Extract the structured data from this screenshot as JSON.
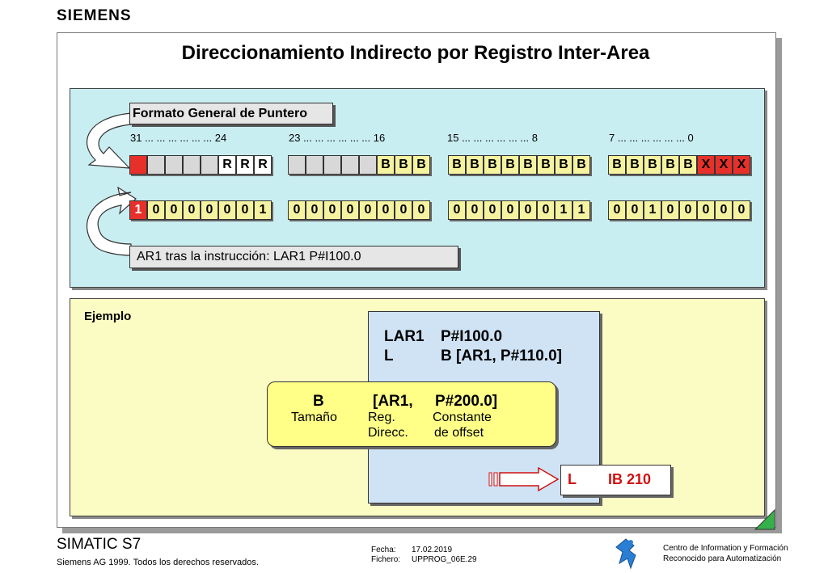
{
  "brand": "SIEMENS",
  "title": "Direccionamiento Indirecto por Registro Inter-Area",
  "format_label": "Formato General de Puntero",
  "bit_numbers": {
    "b31": "31 ... ... ... ... ... ... 24",
    "b23": "23 ... ... ... ... ... ... 16",
    "b15": "15 ... ... ... ... ... ... 8",
    "b7": "7 ... ... ... ... ... ... 0"
  },
  "pointer_format": [
    "",
    "",
    "",
    "",
    "",
    "R",
    "R",
    "R",
    "",
    "",
    "",
    "",
    "",
    "B",
    "B",
    "B",
    "B",
    "B",
    "B",
    "B",
    "B",
    "B",
    "B",
    "B",
    "B",
    "B",
    "B",
    "B",
    "B",
    "X",
    "X",
    "X"
  ],
  "ar1_bits": [
    "1",
    "0",
    "0",
    "0",
    "0",
    "0",
    "0",
    "1",
    "0",
    "0",
    "0",
    "0",
    "0",
    "0",
    "0",
    "0",
    "0",
    "0",
    "0",
    "0",
    "0",
    "0",
    "1",
    "1",
    "0",
    "0",
    "1",
    "0",
    "0",
    "0",
    "0",
    "0"
  ],
  "ar1_label": "AR1 tras la instrucción:  LAR1  P#I100.0",
  "example_label": "Ejemplo",
  "code": {
    "line1_op": "LAR1",
    "line1_arg": "P#I100.0",
    "line2_op": "L",
    "line2_arg": "B [AR1, P#110.0]"
  },
  "operand": {
    "b": "B",
    "ar1": "[AR1,",
    "p": "P#200.0]",
    "size": "Tamaño",
    "reg": "Reg.",
    "dir": "Direcc.",
    "const": "Constante",
    "offset": "de offset"
  },
  "result": {
    "op": "L",
    "arg": "IB 210"
  },
  "footer": {
    "product": "SIMATIC S7",
    "copyright": "Siemens AG 1999. Todos los derechos reservados.",
    "fecha_label": "Fecha:",
    "fecha": "17.02.2019",
    "fichero_label": "Fichero:",
    "fichero": "UPPROG_06E.29",
    "center1": "Centro de Information y Formación",
    "center2": "Reconocido para Automatización"
  },
  "colors": {
    "cyan_panel": "#c9eef2",
    "yellow_panel": "#fbfbc4",
    "red_bit": "#e8302a",
    "gray_bit": "#d8d8d8",
    "yellow_bit": "#f6f3a0",
    "accent_red": "#d01010"
  }
}
